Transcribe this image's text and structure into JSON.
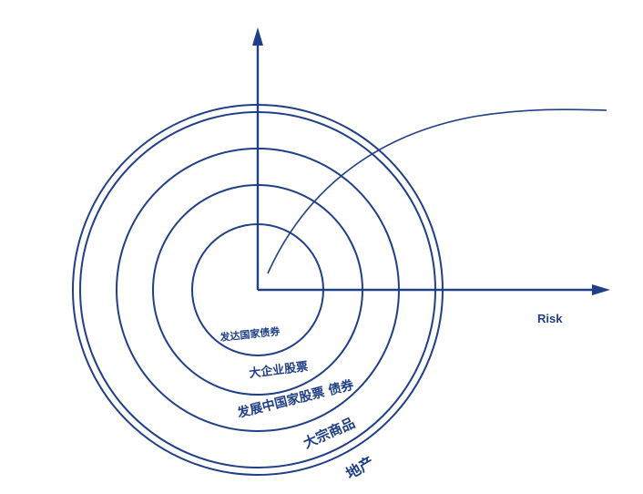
{
  "diagram": {
    "axis_x_label": "Risk",
    "rings": [
      {
        "label": "发达国家债券"
      },
      {
        "label": "大企业股票"
      },
      {
        "label": "发展中国家股票 债券"
      },
      {
        "label": "大宗商品"
      },
      {
        "label": "地产"
      }
    ],
    "colors": {
      "line": "#1f3f86",
      "background": "#ffffff"
    }
  }
}
